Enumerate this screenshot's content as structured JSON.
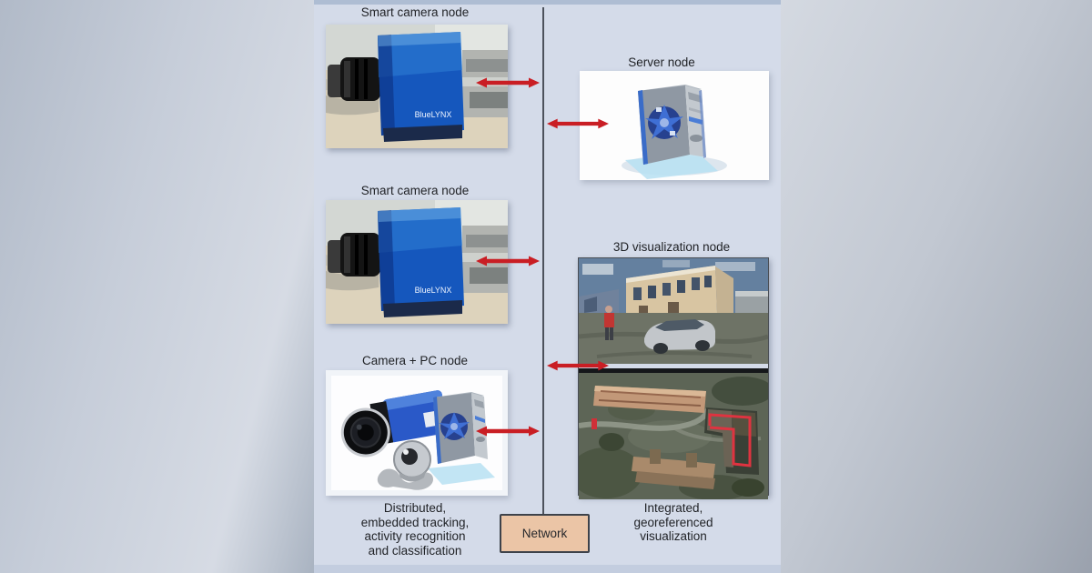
{
  "colors": {
    "panel_bg": "#d4dbe9",
    "panel_top_bar": "#aebdd3",
    "panel_bottom_bar": "#c3cddf",
    "divider": "#4d525c",
    "arrow_red": "#c91e24",
    "network_fill": "#ebc5a6",
    "network_border": "#3d424a",
    "text": "#1f2125"
  },
  "nodes": {
    "smart_camera_1": {
      "label": "Smart camera node"
    },
    "server": {
      "label": "Server node"
    },
    "smart_camera_2": {
      "label": "Smart camera node"
    },
    "visualization_3d": {
      "label": "3D visualization node"
    },
    "camera_pc": {
      "label": "Camera + PC node"
    }
  },
  "device_brand": "BlueLYNX",
  "network": {
    "label": "Network"
  },
  "caption_left": [
    "Distributed,",
    "embedded tracking,",
    "activity recognition",
    "and classification"
  ],
  "caption_right": [
    "Integrated,",
    "georeferenced",
    "visualization"
  ]
}
